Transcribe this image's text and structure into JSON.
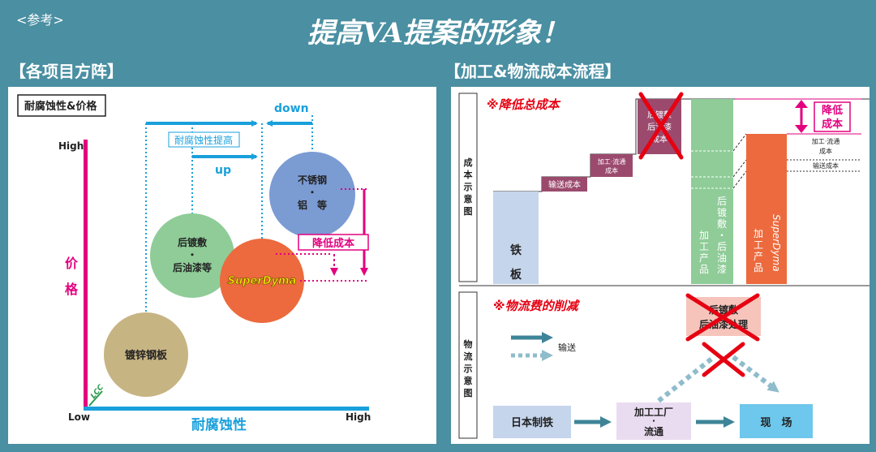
{
  "header": {
    "ref_tag": "<参考>",
    "title": "提高VA提案的形象！"
  },
  "left_panel": {
    "heading": "【各项目方阵】",
    "box_label": "耐腐蚀性&价格",
    "y_high": "High",
    "y_label_1": "价",
    "y_label_2": "格",
    "x_low": "Low",
    "x_high": "High",
    "x_label": "耐腐蚀性",
    "lcc": "LCC",
    "down": "down",
    "up": "up",
    "corrosion_up": "耐腐蚀性提高",
    "reduce_cost": "降低成本",
    "circles": {
      "galvanized": "镀锌钢板",
      "post_plating_1": "后镀敷",
      "post_plating_dot": "・",
      "post_plating_2": "后油漆等",
      "stainless_1": "不锈钢",
      "stainless_dot": "・",
      "stainless_2": "铝　等",
      "superdyma": "SuperDyma"
    }
  },
  "right_panel": {
    "heading": "【加工&物流成本流程】",
    "top": {
      "side_label": [
        "成",
        "本",
        "示",
        "意",
        "图"
      ],
      "note": "※降低总成本",
      "iron_1": "铁",
      "iron_2": "板",
      "transport_cost": "输送成本",
      "process_cost_1": "加工·流通",
      "process_cost_2": "成本",
      "crossed_1": "后镀敷",
      "crossed_2": "后油漆",
      "crossed_3": "成本",
      "green_col_a": [
        "后",
        "镀",
        "敷",
        "・",
        "后",
        "油",
        "漆"
      ],
      "green_col_b": [
        "加",
        "工",
        "产",
        "品"
      ],
      "orange_col_a": "SuperDyma",
      "orange_col_b": [
        "加",
        "工",
        "产",
        "品"
      ],
      "reduce_1": "降低",
      "reduce_2": "成本",
      "leg_process_1": "加工·流通",
      "leg_process_2": "成本",
      "leg_transport": "输送成本"
    },
    "bottom": {
      "side_label": [
        "物",
        "流",
        "示",
        "意",
        "图"
      ],
      "note": "※物流费的削减",
      "transport": "输送",
      "crossed_1": "后镀敷",
      "crossed_2": "后油漆处理",
      "nippon": "日本制铁",
      "factory_1": "加工工厂",
      "factory_dot": "・",
      "factory_2": "流通",
      "site": "现　场"
    }
  },
  "colors": {
    "teal": "#4a8fa2",
    "magenta": "#e3007f",
    "cyan": "#1aa0dc",
    "red": "#e60012",
    "green": "#8fcc98",
    "orange": "#ec6a3d",
    "tan": "#c7b483",
    "blue_circle": "#7b9bd3",
    "light_blue_bar": "#c5d5ec",
    "crossed_bar": "#9b4a6e",
    "pink_box": "#f6c4bb",
    "lavender_box": "#eadcf0",
    "site_box": "#6ec7ec"
  }
}
